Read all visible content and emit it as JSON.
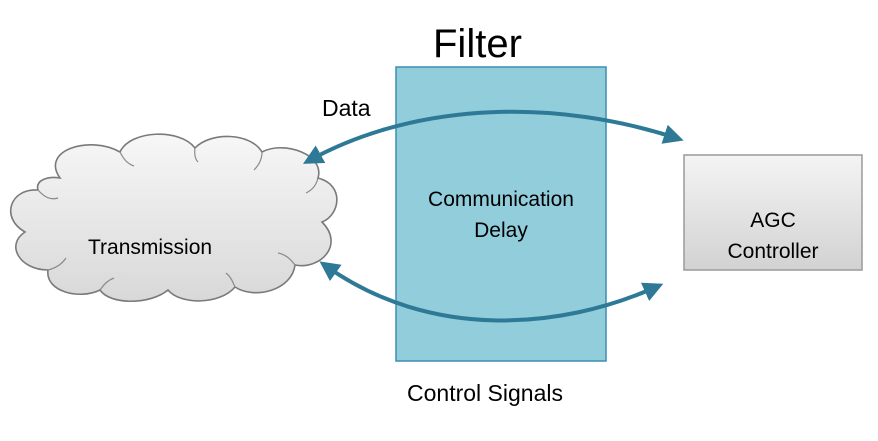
{
  "diagram": {
    "title": "Filter",
    "data_label": "Data",
    "cloud_label": "Transmission",
    "delay_box": {
      "line1": "Communication",
      "line2": "Delay"
    },
    "controller_box": {
      "line1": "AGC",
      "line2": "Controller"
    },
    "control_label": "Control Signals"
  },
  "colors": {
    "delay_box_fill": "#92cddc",
    "delay_box_border": "#3a8fb0",
    "arrow": "#2e7a96",
    "cloud_fill": "#e8e8e8",
    "cloud_border": "#7a7a7a",
    "controller_fill": "#e4e4e4",
    "controller_border": "#9a9a9a"
  }
}
